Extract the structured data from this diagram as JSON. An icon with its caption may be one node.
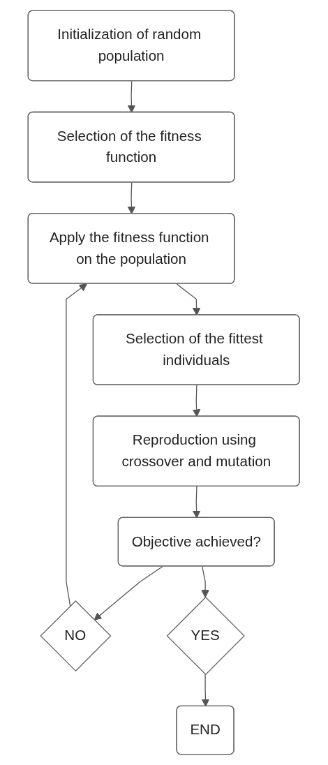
{
  "diagram": {
    "nodes": [
      {
        "text": [
          "Initialization of random population"
        ]
      },
      {
        "text": [
          "Selection of the fitness function"
        ]
      },
      {
        "text": [
          "Apply the fitness function on the population"
        ]
      },
      {
        "text": [
          "Selection of the fittest individuals"
        ]
      },
      {
        "text": [
          "Reproduction using crossover and mutation"
        ]
      },
      {
        "text": [
          "Objective achieved?"
        ]
      },
      {
        "text": [
          "NO"
        ]
      },
      {
        "text": [
          "YES"
        ]
      },
      {
        "text": [
          "END"
        ]
      }
    ],
    "edges": [
      {
        "from": 0,
        "to": 1,
        "arrow": "to"
      },
      {
        "from": 1,
        "to": 2,
        "arrow": "to"
      },
      {
        "from": 2,
        "to": 3,
        "arrow": "to"
      },
      {
        "from": 3,
        "to": 4,
        "arrow": "to"
      },
      {
        "from": 4,
        "to": 5,
        "arrow": "to"
      },
      {
        "from": 5,
        "to": 6,
        "arrow": "to"
      },
      {
        "from": 6,
        "to": 2,
        "arrow": "to"
      },
      {
        "from": 5,
        "to": 7,
        "arrow": "to"
      },
      {
        "from": 7,
        "to": 8,
        "arrow": "to"
      }
    ]
  }
}
